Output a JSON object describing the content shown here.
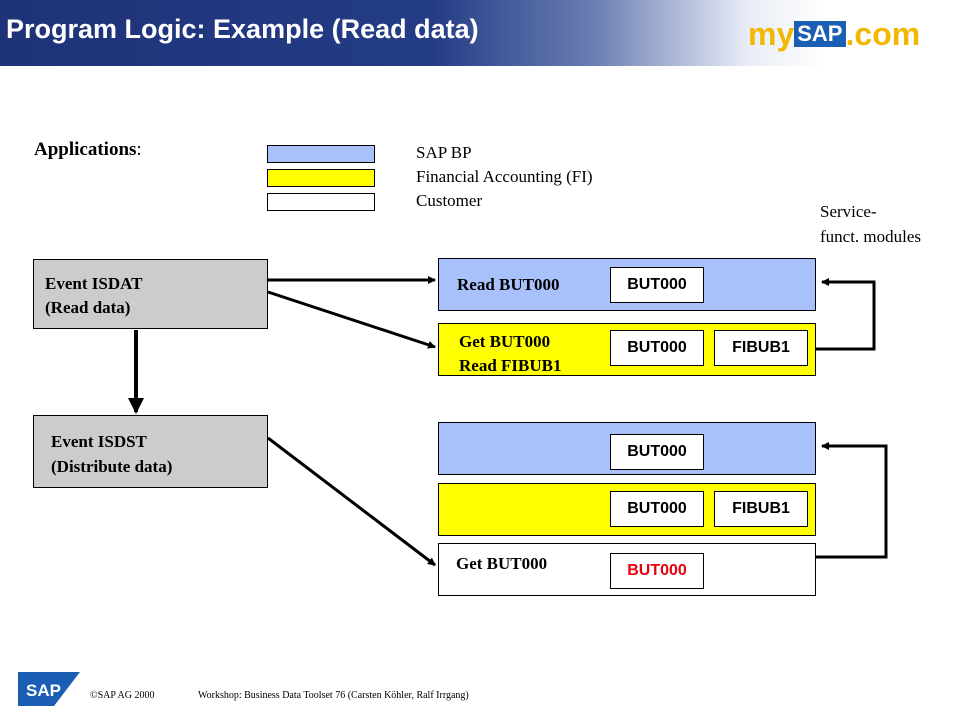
{
  "header": {
    "title": "Program Logic: Example (Read data)",
    "logo": {
      "my": "my",
      "sap": "SAP",
      "com": ".com"
    }
  },
  "legend": {
    "heading": "Applications",
    "heading_suffix": ":",
    "items": [
      {
        "label": "SAP BP",
        "color": "#a8c1fb"
      },
      {
        "label": "Financial Accounting (FI)",
        "color": "#ffff00"
      },
      {
        "label": "Customer",
        "color": "#ffffff"
      }
    ]
  },
  "service_note": {
    "line1": "Service-",
    "line2": "funct. modules"
  },
  "events": [
    {
      "line1": "Event ISDAT",
      "line2": "(Read data)"
    },
    {
      "line1": "Event ISDST",
      "line2": "(Distribute data)"
    }
  ],
  "rows": [
    {
      "lines": [
        "Read BUT000"
      ],
      "tables": [
        "BUT000"
      ],
      "color": "#a8c1fb"
    },
    {
      "lines": [
        "Get BUT000",
        "Read FIBUB1"
      ],
      "tables": [
        "BUT000",
        "FIBUB1"
      ],
      "color": "#ffff00"
    },
    {
      "lines": [],
      "tables": [
        "BUT000"
      ],
      "color": "#a8c1fb"
    },
    {
      "lines": [],
      "tables": [
        "BUT000",
        "FIBUB1"
      ],
      "color": "#ffff00"
    },
    {
      "lines": [
        "Get BUT000"
      ],
      "tables": [
        "BUT000"
      ],
      "color": "#ffffff",
      "table_text_color": "#e8000b"
    }
  ],
  "footer": {
    "copyright": "©SAP AG 2000",
    "text": "Workshop: Business Data Toolset 76 (Carsten Köhler, Ralf Irrgang)",
    "sap_logo": "SAP"
  }
}
